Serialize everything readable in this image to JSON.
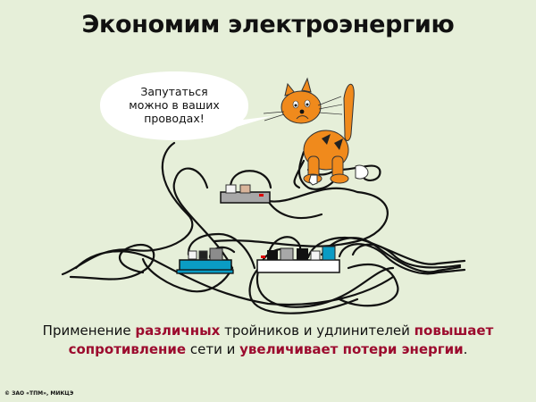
{
  "slide": {
    "title": "Экономим электроэнергию",
    "background_color": "#e6efd9",
    "accent_color": "#9c0b2e"
  },
  "speech_bubble": {
    "line1": "Запутаться",
    "line2": "можно в ваших",
    "line3": "проводах!"
  },
  "illustration": {
    "character": "cat-tangled-in-wires",
    "cat_color": "#f08a1c",
    "power_strips": [
      {
        "name": "gray-power-strip",
        "color": "#a8a8a8",
        "plugs": [
          "white",
          "beige"
        ]
      },
      {
        "name": "blue-power-strip",
        "color": "#0a9cc4",
        "plugs": [
          "white",
          "black",
          "gray"
        ]
      },
      {
        "name": "white-power-strip",
        "color": "#ffffff",
        "plugs": [
          "black",
          "gray",
          "black",
          "white",
          "blue"
        ]
      }
    ]
  },
  "caption": {
    "p1": "Применение ",
    "h1": "различных",
    "p2": " тройников и удлинителей ",
    "h2": "повышает",
    "p3": " ",
    "h3": "сопротивление",
    "p4": " сети и ",
    "h4": "увеличивает потери энергии",
    "p5": "."
  },
  "footer": {
    "copyright": "© ЗАО «ТПМ», МИКЦЭ"
  }
}
